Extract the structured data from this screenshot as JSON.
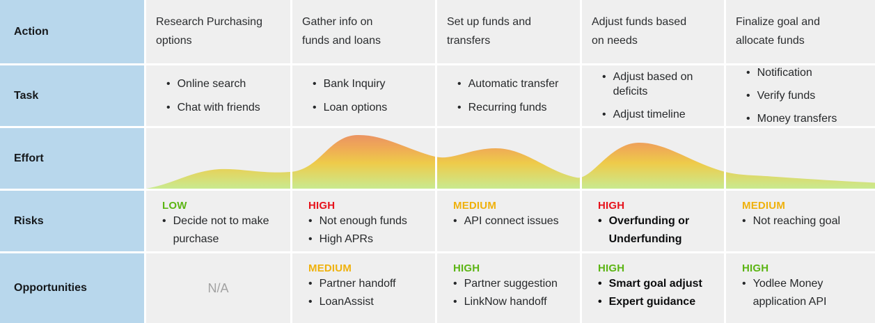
{
  "row_headers": {
    "action": "Action",
    "task": "Task",
    "effort": "Effort",
    "risks": "Risks",
    "opportunities": "Opportunities"
  },
  "stages": [
    {
      "action": "Research Purchasing\noptions",
      "tasks": [
        "Online search",
        "Chat with friends"
      ],
      "risk": {
        "level": "LOW",
        "level_color": "#5cb514",
        "items": [
          "Decide not to make purchase"
        ]
      },
      "opportunity": {
        "level": "",
        "items": [],
        "na": "N/A"
      }
    },
    {
      "action": "Gather info on\nfunds and loans",
      "tasks": [
        "Bank Inquiry",
        "Loan options"
      ],
      "risk": {
        "level": "HIGH",
        "level_color": "#e6131c",
        "items": [
          "Not enough funds",
          "High APRs"
        ]
      },
      "opportunity": {
        "level": "MEDIUM",
        "level_color": "#efb10c",
        "items": [
          "Partner handoff",
          "LoanAssist"
        ]
      }
    },
    {
      "action": "Set up funds and\ntransfers",
      "tasks": [
        "Automatic transfer",
        "Recurring funds"
      ],
      "risk": {
        "level": "MEDIUM",
        "level_color": "#efb10c",
        "items": [
          "API connect issues"
        ]
      },
      "opportunity": {
        "level": "HIGH",
        "level_color": "#5cb514",
        "items": [
          "Partner suggestion",
          "LinkNow handoff"
        ]
      }
    },
    {
      "action": "Adjust funds based\non needs",
      "tasks": [
        "Adjust based on deficits",
        "Adjust timeline"
      ],
      "risk": {
        "level": "HIGH",
        "level_color": "#e6131c",
        "items": [
          "Overfunding or Underfunding"
        ]
      },
      "opportunity": {
        "level": "HIGH",
        "level_color": "#5cb514",
        "items": [
          "Smart goal adjust",
          "Expert guidance"
        ]
      }
    },
    {
      "action": "Finalize goal and\nallocate funds",
      "tasks": [
        "Notification",
        "Verify funds",
        "Money transfers"
      ],
      "risk": {
        "level": "MEDIUM",
        "level_color": "#efb10c",
        "items": [
          "Not reaching goal"
        ]
      },
      "opportunity": {
        "level": "HIGH",
        "level_color": "#5cb514",
        "items": [
          "Yodlee Money application API"
        ]
      }
    }
  ],
  "effort_wave": {
    "description": "relative effort curve height per stage, 0-1",
    "peaks_relative": [
      0.33,
      0.89,
      0.67,
      0.76,
      0.27
    ],
    "gradient_top": "#e8886a",
    "gradient_mid": "#eecb4a",
    "gradient_bottom": "#c9ea90"
  },
  "colors": {
    "header_bg": "#b8d7ec",
    "cell_bg": "#efefef",
    "risk_low": "#5cb514",
    "risk_high": "#e6131c",
    "risk_medium": "#efb10c",
    "na_text": "#a2a2a2"
  }
}
